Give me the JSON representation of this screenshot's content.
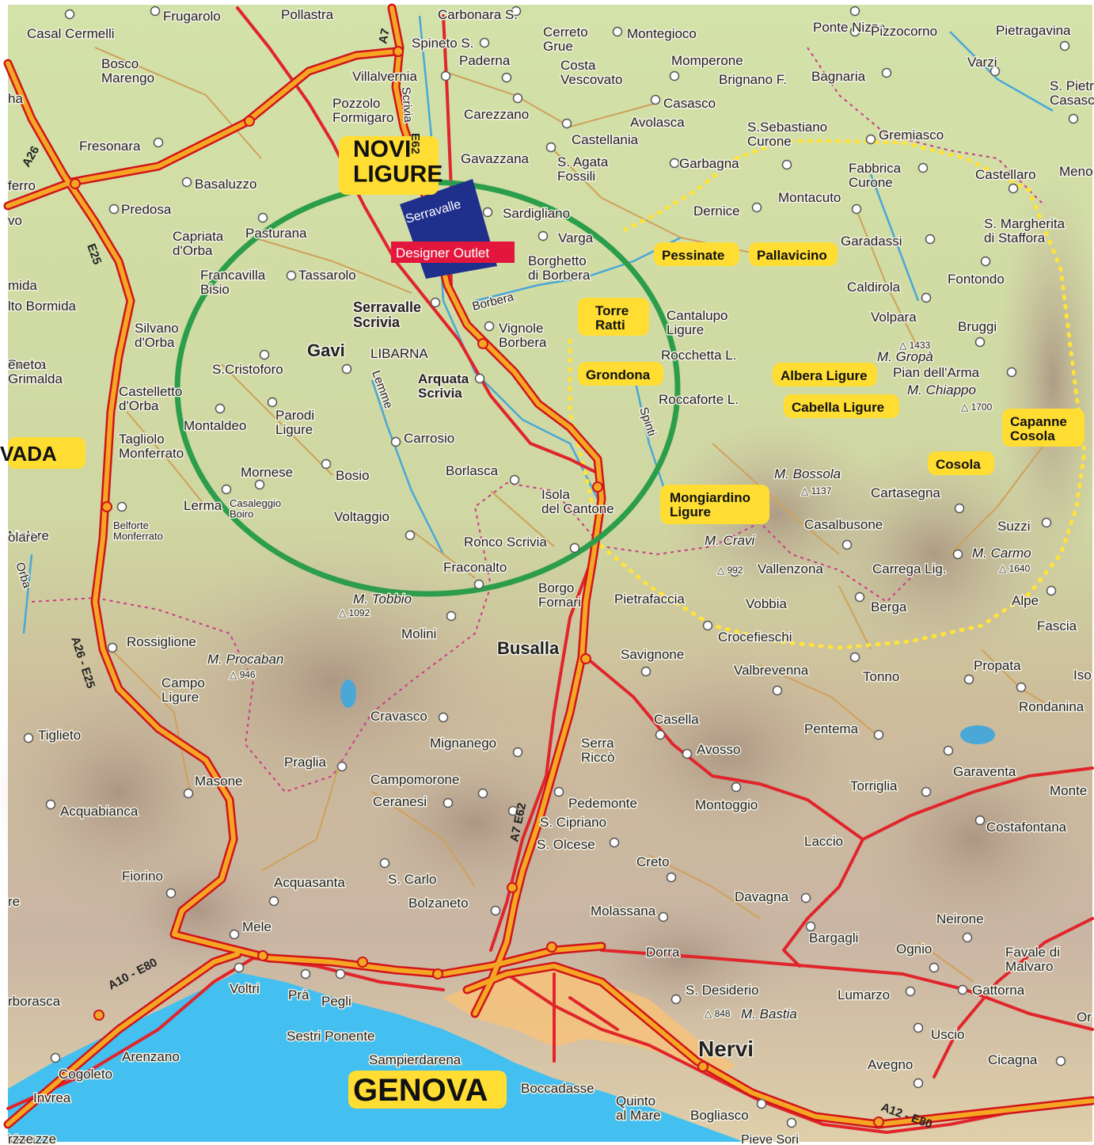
{
  "colors": {
    "sea": "#43bff0",
    "land_plain": "#c9dca3",
    "land_hill": "#dccfa0",
    "mountain": "#b7a38f",
    "motorway_fill": "#f5a623",
    "motorway_edge": "#d0141b",
    "main_road": "#e0252b",
    "minor_road": "#cfa15a",
    "river": "#4aa7d6",
    "circle": "#2c9e4b",
    "highlight": "#ffdd33",
    "outlet_block": "#1f2f8c",
    "outlet_label": "#e3173e",
    "trail": "#ffe23a",
    "border": "#cc3a8a"
  },
  "outlet": {
    "block_label": "Serravalle",
    "tag_label": "Designer Outlet"
  },
  "highlighted_places": [
    "NOVI LIGURE",
    "Pessinate",
    "Pallavicino",
    "Torre Ratti",
    "Grondona",
    "Albera Ligure",
    "Cabella Ligure",
    "Capanne Cosola",
    "Cosola",
    "Mongiardino Ligure",
    "GENOVA",
    "OVADA"
  ],
  "bold_places": [
    "Gavi",
    "Serravalle Scrivia",
    "Arquata Scrivia",
    "Busalla",
    "Nervi"
  ],
  "places": [
    "Casal Cermelli",
    "Frugarolo",
    "Pollastra",
    "Carbonara S.",
    "Cerreto Grue",
    "Montegioco",
    "Ponte Nizza",
    "Pizzocorno",
    "Pietragavina",
    "Bosco Marengo",
    "Spineto S.",
    "Paderna",
    "Costa Vescovato",
    "Momperone",
    "Varzi",
    "S. Pietro Casasco",
    "Villalvernia",
    "Brignano F.",
    "Bagnaria",
    "Pozzolo Formigaro",
    "Carezzano",
    "Casasco",
    "Avolasca",
    "Fresonara",
    "Castellania",
    "S.Sebastiano Curone",
    "Gremiasco",
    "Gavazzana",
    "S. Agata Fossili",
    "Garbagna",
    "Basaluzzo",
    "Fabbrica Curone",
    "Castellaro",
    "Predosa",
    "Sardigliano",
    "Dernice",
    "Montacuto",
    "Capriata d'Orba",
    "Pasturana",
    "Varga",
    "Garadassi",
    "S. Margherita di Staffora",
    "Borghetto di Borbera",
    "Francavilla Bisio",
    "Tassarolo",
    "Borbera",
    "Caldirola",
    "Fontondo",
    "Cantalupo Ligure",
    "Volpara",
    "Silvano d'Orba",
    "Vignole Borbera",
    "Bruggi",
    "Rocca Grimalda",
    "LIBARNA",
    "Rocchetta L.",
    "M. Gropà",
    "Pian dell'Arma",
    "S.Cristoforo",
    "M. Chiappo",
    "Castelletto d'Orba",
    "Roccaforte L.",
    "Montaldeo",
    "Parodi Ligure",
    "Carrosio",
    "Spinti",
    "Tagliolo Monferrato",
    "Mornese",
    "Bosio",
    "Borlasca",
    "M. Bossola",
    "Cartasegna",
    "Lerma",
    "Casaleggio Boiro",
    "Isola del Cantone",
    "Casalbusone",
    "Suzzi",
    "Belforte Monferrato",
    "Voltaggio",
    "Molare",
    "Ronco Scrivia",
    "M. Cravi",
    "Vallenzona",
    "Carrega Lig.",
    "M. Carmo",
    "Fraconalto",
    "Borgo Fornari",
    "Pietrafaccia",
    "Vobbia",
    "Berga",
    "Alpe",
    "M. Tobbio",
    "Molini",
    "Crocefieschi",
    "Fascia",
    "Rossiglione",
    "M. Procaban",
    "Savignone",
    "Propata",
    "Campo Ligure",
    "Valbrevenna",
    "Tonno",
    "Rondanina",
    "Cravasco",
    "Casella",
    "Tiglieto",
    "Mignanego",
    "Serra Riccò",
    "Avosso",
    "Pentema",
    "Praglia",
    "Garaventa",
    "Masone",
    "Campomorone",
    "Torriglia",
    "Ceranesi",
    "Pedemonte",
    "Montoggio",
    "Acquabianca",
    "S. Cipriano",
    "Costafontana",
    "Laccio",
    "S. Olcese",
    "Fiorino",
    "Creto",
    "Acquasanta",
    "S. Carlo",
    "Bolzaneto",
    "Davagna",
    "Mele",
    "Molassana",
    "Neirone",
    "Bargagli",
    "Ognio",
    "Favale di Malvaro",
    "Dorra",
    "Voltri",
    "Prà",
    "Pegli",
    "S. Desiderio",
    "Lumarzo",
    "Gattorna",
    "M. Bastia",
    "Sestri Ponente",
    "Uscio",
    "Arenzano",
    "Sampierdarena",
    "Cogoleto",
    "Avegno",
    "Cicagna",
    "Boccadasse",
    "Invrea",
    "Quinto al Mare",
    "Bogliasco",
    "Pieve Sori",
    "Varazze"
  ],
  "roads": [
    "A7",
    "A26",
    "E25",
    "A26 - E25",
    "A10 - E80",
    "A12 - E80",
    "A7 E62",
    "E62"
  ],
  "peaks": [
    {
      "name": "M. Gropà",
      "elev": "1433"
    },
    {
      "name": "M. Chiappo",
      "elev": "1700"
    },
    {
      "name": "M. Bossola",
      "elev": "1137"
    },
    {
      "name": "M. Cravi",
      "elev": "992"
    },
    {
      "name": "M. Carmo",
      "elev": "1640"
    },
    {
      "name": "M. Tobbio",
      "elev": "1092"
    },
    {
      "name": "M. Procaban",
      "elev": "946"
    },
    {
      "name": "M. Bastia",
      "elev": "848"
    }
  ],
  "rivers": [
    "Borbera",
    "Lemme",
    "Scrivia",
    "Spinti",
    "Orba"
  ],
  "partial_edge_labels": [
    "ferro",
    "vo",
    "mida",
    "lto Bormida",
    "eneto",
    "VADA",
    "olare",
    "rborasca",
    "rzze",
    "re",
    "ha",
    "Meno",
    "Iso",
    "Monte",
    "Or"
  ]
}
